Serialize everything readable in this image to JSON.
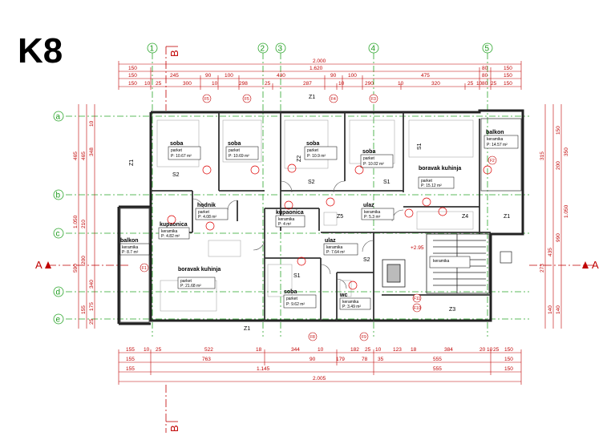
{
  "title": "K8",
  "axes_top": [
    "1",
    "2",
    "3",
    "4",
    "5"
  ],
  "axes_left": [
    "a",
    "b",
    "c",
    "d",
    "e"
  ],
  "section_marks": {
    "vertical": "B",
    "horizontal": "A"
  },
  "dims_top": {
    "row1": [
      "2.000"
    ],
    "row2": [
      "150",
      "1.620",
      "80",
      "150"
    ],
    "row3": [
      "150",
      "245",
      "90",
      "100",
      "430",
      "90",
      "100",
      "475",
      "80",
      "150"
    ],
    "row4": [
      "150",
      "10",
      "25",
      "300",
      "10",
      "298",
      "25",
      "287",
      "10",
      "290",
      "10",
      "320",
      "25",
      "10",
      "80",
      "25",
      "150"
    ]
  },
  "dims_bottom": {
    "row1": [
      "155",
      "10",
      "25",
      "522",
      "18",
      "344",
      "10",
      "182",
      "25",
      "10",
      "123",
      "18",
      "384",
      "20",
      "10",
      "25",
      "150"
    ],
    "row2": [
      "155",
      "763",
      "90",
      "179",
      "78",
      "35",
      "555",
      "150"
    ],
    "row3": [
      "155",
      "1.145",
      "555",
      "150"
    ],
    "row4": [
      "2.005"
    ]
  },
  "dims_left": [
    "465",
    "465",
    "348",
    "1.050",
    "210",
    "590",
    "340",
    "200",
    "175",
    "155",
    "25",
    "10"
  ],
  "dims_right": [
    "150",
    "315",
    "350",
    "200",
    "990",
    "1.050",
    "435",
    "273",
    "140",
    "140"
  ],
  "wall_marks": [
    "Z1",
    "Z1",
    "Z1",
    "Z2",
    "Z3",
    "Z4",
    "Z5",
    "S1",
    "S1",
    "S1",
    "S2",
    "S2",
    "S2",
    "Z1"
  ],
  "rooms": [
    {
      "name": "soba",
      "floor": "parket",
      "area": "P: 10.67 m²"
    },
    {
      "name": "soba",
      "floor": "parket",
      "area": "P: 10.69 m²"
    },
    {
      "name": "soba",
      "floor": "parket",
      "area": "P: 10.9 m²"
    },
    {
      "name": "soba",
      "floor": "parket",
      "area": "P: 10.02 m²"
    },
    {
      "name": "boravak kuhinja",
      "floor": "parket",
      "area": "P: 15.12 m²"
    },
    {
      "name": "balkon",
      "floor": "keramika",
      "area": "P: 14.57 m²"
    },
    {
      "name": "hodnik",
      "floor": "parket",
      "area": "P: 4.08 m²"
    },
    {
      "name": "kupaonica",
      "floor": "keramika",
      "area": "P: 4.82 m²"
    },
    {
      "name": "kupaonica",
      "floor": "keramika",
      "area": "P: 4 m²"
    },
    {
      "name": "ulaz",
      "floor": "keramika",
      "area": "P: 5.3 m²"
    },
    {
      "name": "balkon",
      "floor": "keramika",
      "area": "P: 8.7 m²"
    },
    {
      "name": "ulaz",
      "floor": "keramika",
      "area": "P: 7.64 m²"
    },
    {
      "name": "boravak kuhinja",
      "floor": "parket",
      "area": "P: 21.68 m²"
    },
    {
      "name": "soba",
      "floor": "parket",
      "area": "P: 9.62 m²"
    },
    {
      "name": "wc",
      "floor": "keramika",
      "area": "P: 3.49 m²"
    },
    {
      "name": "",
      "floor": "keramika",
      "area": ""
    }
  ],
  "window_tags": [
    "F5",
    "F5",
    "F4",
    "F3",
    "F2",
    "F8",
    "F9",
    "F10",
    "F11",
    "F1"
  ],
  "stair_level": "+2.95"
}
